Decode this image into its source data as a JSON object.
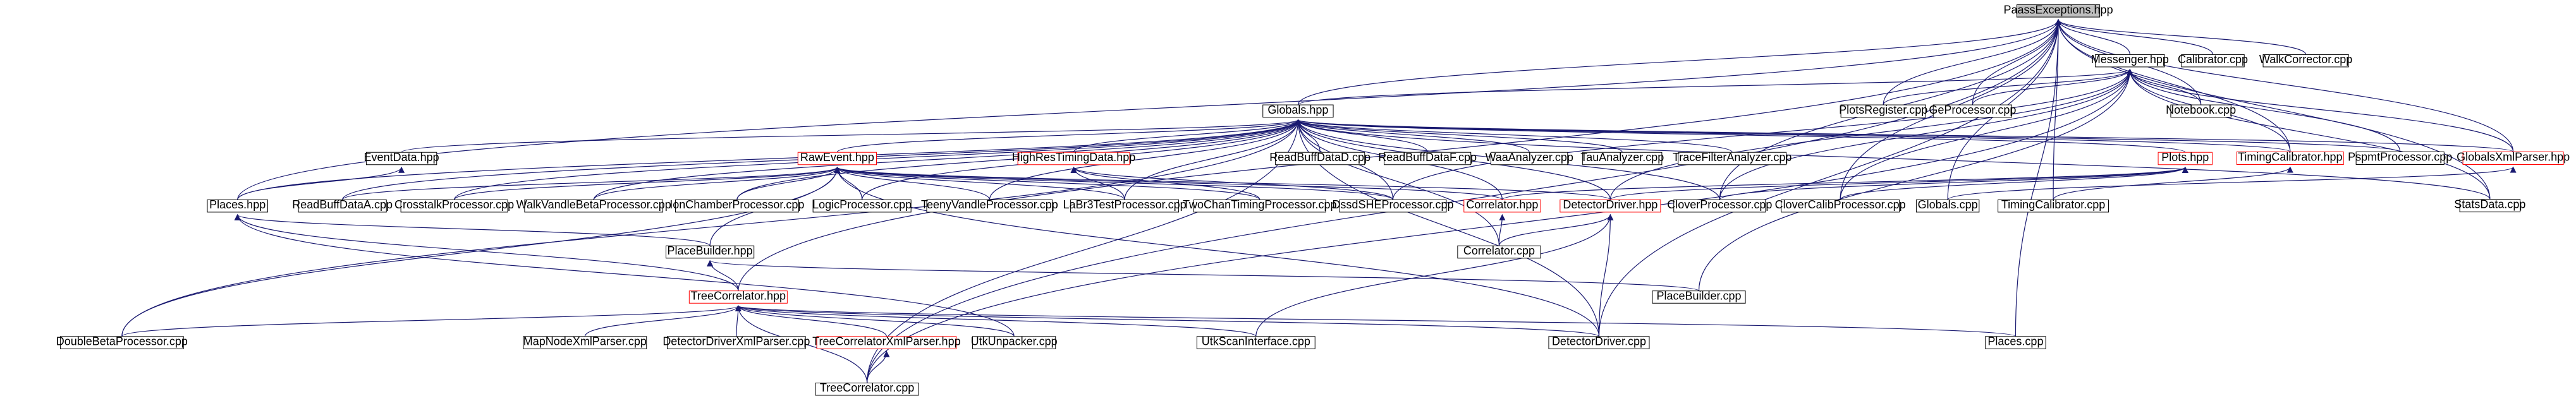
{
  "colors": {
    "edge": "#191970",
    "node_border": "#000000",
    "highlight_border": "#ff0000",
    "root_fill": "#bfbfbf",
    "node_fill": "#ffffff",
    "text": "#000000"
  },
  "nodes": {
    "PaassExceptions": {
      "label": "PaassExceptions.hpp",
      "style": "root"
    },
    "Messenger": {
      "label": "Messenger.hpp",
      "style": "normal"
    },
    "Calibrator": {
      "label": "Calibrator.cpp",
      "style": "normal"
    },
    "WalkCorrector": {
      "label": "WalkCorrector.cpp",
      "style": "normal"
    },
    "Notebook": {
      "label": "Notebook.cpp",
      "style": "normal"
    },
    "PlotsRegister": {
      "label": "PlotsRegister.cpp",
      "style": "normal"
    },
    "GeProcessor": {
      "label": "GeProcessor.cpp",
      "style": "normal"
    },
    "GlobalsHpp": {
      "label": "Globals.hpp",
      "style": "normal"
    },
    "EventData": {
      "label": "EventData.hpp",
      "style": "normal"
    },
    "RawEvent": {
      "label": "RawEvent.hpp",
      "style": "highlight"
    },
    "HighResTimingData": {
      "label": "HighResTimingData.hpp",
      "style": "highlight"
    },
    "ReadBuffDataD": {
      "label": "ReadBuffDataD.cpp",
      "style": "normal"
    },
    "ReadBuffDataF": {
      "label": "ReadBuffDataF.cpp",
      "style": "normal"
    },
    "WaaAnalyzer": {
      "label": "WaaAnalyzer.cpp",
      "style": "normal"
    },
    "TauAnalyzer": {
      "label": "TauAnalyzer.cpp",
      "style": "normal"
    },
    "TraceFilterAnalyzer": {
      "label": "TraceFilterAnalyzer.cpp",
      "style": "normal"
    },
    "PlotsHpp": {
      "label": "Plots.hpp",
      "style": "highlight"
    },
    "TimingCalibratorHpp": {
      "label": "TimingCalibrator.hpp",
      "style": "highlight"
    },
    "PspmtProcessor": {
      "label": "PspmtProcessor.cpp",
      "style": "normal"
    },
    "StatsData": {
      "label": "StatsData.cpp",
      "style": "normal"
    },
    "GlobalsXmlParser": {
      "label": "GlobalsXmlParser.hpp",
      "style": "highlight"
    },
    "PlacesHpp": {
      "label": "Places.hpp",
      "style": "normal"
    },
    "ReadBuffDataA": {
      "label": "ReadBuffDataA.cpp",
      "style": "normal"
    },
    "CrosstalkProcessor": {
      "label": "CrosstalkProcessor.cpp",
      "style": "normal"
    },
    "WalkVandleBetaProcessor": {
      "label": "WalkVandleBetaProcessor.cpp",
      "style": "normal"
    },
    "IonChamberProcessor": {
      "label": "IonChamberProcessor.cpp",
      "style": "normal"
    },
    "LogicProcessor": {
      "label": "LogicProcessor.cpp",
      "style": "normal"
    },
    "TeenyVandleProcessor": {
      "label": "TeenyVandleProcessor.cpp",
      "style": "normal"
    },
    "LaBr3TestProcessor": {
      "label": "LaBr3TestProcessor.cpp",
      "style": "normal"
    },
    "TwoChanTimingProcessor": {
      "label": "TwoChanTimingProcessor.cpp",
      "style": "normal"
    },
    "DssdSHEProcessor": {
      "label": "DssdSHEProcessor.cpp",
      "style": "normal"
    },
    "CorrelatorHpp": {
      "label": "Correlator.hpp",
      "style": "highlight"
    },
    "DetectorDriverHpp": {
      "label": "DetectorDriver.hpp",
      "style": "highlight"
    },
    "CloverProcessor": {
      "label": "CloverProcessor.cpp",
      "style": "normal"
    },
    "CloverCalibProcessor": {
      "label": "CloverCalibProcessor.cpp",
      "style": "normal"
    },
    "GlobalsCpp": {
      "label": "Globals.cpp",
      "style": "normal"
    },
    "TimingCalibratorCpp": {
      "label": "TimingCalibrator.cpp",
      "style": "normal"
    },
    "PlaceBuilderHpp": {
      "label": "PlaceBuilder.hpp",
      "style": "normal"
    },
    "CorrelatorCpp": {
      "label": "Correlator.cpp",
      "style": "normal"
    },
    "TreeCorrelatorHpp": {
      "label": "TreeCorrelator.hpp",
      "style": "highlight"
    },
    "PlaceBuilderCpp": {
      "label": "PlaceBuilder.cpp",
      "style": "normal"
    },
    "DoubleBetaProcessor": {
      "label": "DoubleBetaProcessor.cpp",
      "style": "normal"
    },
    "MapNodeXmlParser": {
      "label": "MapNodeXmlParser.cpp",
      "style": "normal"
    },
    "DetectorDriverXmlParserCpp": {
      "label": "DetectorDriverXmlParser.cpp",
      "style": "normal"
    },
    "TreeCorrelatorXmlParser": {
      "label": "TreeCorrelatorXmlParser.hpp",
      "style": "highlight"
    },
    "UtkUnpacker": {
      "label": "UtkUnpacker.cpp",
      "style": "normal"
    },
    "UtkScanInterface": {
      "label": "UtkScanInterface.cpp",
      "style": "normal"
    },
    "DetectorDriverCpp": {
      "label": "DetectorDriver.cpp",
      "style": "normal"
    },
    "PlacesCpp": {
      "label": "Places.cpp",
      "style": "normal"
    },
    "TreeCorrelatorCpp": {
      "label": "TreeCorrelator.cpp",
      "style": "normal"
    }
  },
  "edges": [
    [
      "PaassExceptions",
      "Messenger"
    ],
    [
      "PaassExceptions",
      "Calibrator"
    ],
    [
      "PaassExceptions",
      "WalkCorrector"
    ],
    [
      "PaassExceptions",
      "Notebook"
    ],
    [
      "PaassExceptions",
      "PlotsRegister"
    ],
    [
      "PaassExceptions",
      "GeProcessor"
    ],
    [
      "PaassExceptions",
      "GlobalsHpp"
    ],
    [
      "PaassExceptions",
      "TimingCalibratorHpp"
    ],
    [
      "PaassExceptions",
      "StatsData"
    ],
    [
      "PaassExceptions",
      "GlobalsXmlParser"
    ],
    [
      "PaassExceptions",
      "CloverProcessor"
    ],
    [
      "PaassExceptions",
      "GlobalsCpp"
    ],
    [
      "PaassExceptions",
      "TimingCalibratorCpp"
    ],
    [
      "PaassExceptions",
      "CloverCalibProcessor"
    ],
    [
      "PaassExceptions",
      "TreeCorrelatorHpp"
    ],
    [
      "PaassExceptions",
      "PlacesHpp"
    ],
    [
      "PaassExceptions",
      "DetectorDriverCpp"
    ],
    [
      "PaassExceptions",
      "PlacesCpp"
    ],
    [
      "PaassExceptions",
      "TreeCorrelatorCpp"
    ],
    [
      "Messenger",
      "GlobalsHpp"
    ],
    [
      "Messenger",
      "Notebook"
    ],
    [
      "Messenger",
      "PlotsRegister"
    ],
    [
      "Messenger",
      "GeProcessor"
    ],
    [
      "Messenger",
      "PspmtProcessor"
    ],
    [
      "Messenger",
      "TimingCalibratorHpp"
    ],
    [
      "Messenger",
      "StatsData"
    ],
    [
      "Messenger",
      "GlobalsXmlParser"
    ],
    [
      "Messenger",
      "CloverProcessor"
    ],
    [
      "Messenger",
      "CloverCalibProcessor"
    ],
    [
      "Messenger",
      "DetectorDriverHpp"
    ],
    [
      "Messenger",
      "DssdSHEProcessor"
    ],
    [
      "Messenger",
      "PlaceBuilderCpp"
    ],
    [
      "Messenger",
      "TreeCorrelatorCpp"
    ],
    [
      "GlobalsHpp",
      "EventData"
    ],
    [
      "GlobalsHpp",
      "RawEvent"
    ],
    [
      "GlobalsHpp",
      "HighResTimingData"
    ],
    [
      "GlobalsHpp",
      "ReadBuffDataD"
    ],
    [
      "GlobalsHpp",
      "ReadBuffDataF"
    ],
    [
      "GlobalsHpp",
      "WaaAnalyzer"
    ],
    [
      "GlobalsHpp",
      "TauAnalyzer"
    ],
    [
      "GlobalsHpp",
      "TraceFilterAnalyzer"
    ],
    [
      "GlobalsHpp",
      "PlotsHpp"
    ],
    [
      "GlobalsHpp",
      "TimingCalibratorHpp"
    ],
    [
      "GlobalsHpp",
      "PspmtProcessor"
    ],
    [
      "GlobalsHpp",
      "StatsData"
    ],
    [
      "GlobalsHpp",
      "GlobalsXmlParser"
    ],
    [
      "GlobalsHpp",
      "PlacesHpp"
    ],
    [
      "GlobalsHpp",
      "ReadBuffDataA"
    ],
    [
      "GlobalsHpp",
      "CrosstalkProcessor"
    ],
    [
      "GlobalsHpp",
      "WalkVandleBetaProcessor"
    ],
    [
      "GlobalsHpp",
      "IonChamberProcessor"
    ],
    [
      "GlobalsHpp",
      "LogicProcessor"
    ],
    [
      "GlobalsHpp",
      "TeenyVandleProcessor"
    ],
    [
      "GlobalsHpp",
      "LaBr3TestProcessor"
    ],
    [
      "GlobalsHpp",
      "DssdSHEProcessor"
    ],
    [
      "GlobalsHpp",
      "CorrelatorHpp"
    ],
    [
      "GlobalsHpp",
      "DetectorDriverHpp"
    ],
    [
      "GlobalsHpp",
      "CloverProcessor"
    ],
    [
      "GlobalsHpp",
      "CorrelatorCpp"
    ],
    [
      "GlobalsHpp",
      "DetectorDriverCpp"
    ],
    [
      "GlobalsHpp",
      "TreeCorrelatorCpp"
    ],
    [
      "GlobalsHpp",
      "DoubleBetaProcessor"
    ],
    [
      "EventData",
      "PlacesHpp"
    ],
    [
      "RawEvent",
      "ReadBuffDataA"
    ],
    [
      "RawEvent",
      "CrosstalkProcessor"
    ],
    [
      "RawEvent",
      "WalkVandleBetaProcessor"
    ],
    [
      "RawEvent",
      "IonChamberProcessor"
    ],
    [
      "RawEvent",
      "LogicProcessor"
    ],
    [
      "RawEvent",
      "TeenyVandleProcessor"
    ],
    [
      "RawEvent",
      "LaBr3TestProcessor"
    ],
    [
      "RawEvent",
      "TwoChanTimingProcessor"
    ],
    [
      "RawEvent",
      "DssdSHEProcessor"
    ],
    [
      "RawEvent",
      "CorrelatorHpp"
    ],
    [
      "RawEvent",
      "DetectorDriverHpp"
    ],
    [
      "RawEvent",
      "PlaceBuilderHpp"
    ],
    [
      "RawEvent",
      "DoubleBetaProcessor"
    ],
    [
      "RawEvent",
      "DetectorDriverCpp"
    ],
    [
      "HighResTimingData",
      "LaBr3TestProcessor"
    ],
    [
      "HighResTimingData",
      "TwoChanTimingProcessor"
    ],
    [
      "HighResTimingData",
      "DssdSHEProcessor"
    ],
    [
      "PlotsHpp",
      "CorrelatorHpp"
    ],
    [
      "PlotsHpp",
      "DetectorDriverHpp"
    ],
    [
      "PlotsHpp",
      "CloverProcessor"
    ],
    [
      "PlotsHpp",
      "CloverCalibProcessor"
    ],
    [
      "GlobalsXmlParser",
      "GlobalsCpp"
    ],
    [
      "TimingCalibratorHpp",
      "TimingCalibratorCpp"
    ],
    [
      "PlacesHpp",
      "PlaceBuilderHpp"
    ],
    [
      "PlacesHpp",
      "TreeCorrelatorHpp"
    ],
    [
      "PlacesHpp",
      "UtkUnpacker"
    ],
    [
      "CorrelatorHpp",
      "CorrelatorCpp"
    ],
    [
      "DetectorDriverHpp",
      "CorrelatorCpp"
    ],
    [
      "DetectorDriverHpp",
      "UtkScanInterface"
    ],
    [
      "DetectorDriverHpp",
      "DetectorDriverCpp"
    ],
    [
      "PlaceBuilderHpp",
      "TreeCorrelatorHpp"
    ],
    [
      "PlaceBuilderHpp",
      "PlaceBuilderCpp"
    ],
    [
      "TreeCorrelatorHpp",
      "DoubleBetaProcessor"
    ],
    [
      "TreeCorrelatorHpp",
      "MapNodeXmlParser"
    ],
    [
      "TreeCorrelatorHpp",
      "DetectorDriverXmlParserCpp"
    ],
    [
      "TreeCorrelatorHpp",
      "TreeCorrelatorXmlParser"
    ],
    [
      "TreeCorrelatorHpp",
      "UtkUnpacker"
    ],
    [
      "TreeCorrelatorHpp",
      "UtkScanInterface"
    ],
    [
      "TreeCorrelatorHpp",
      "DetectorDriverCpp"
    ],
    [
      "TreeCorrelatorHpp",
      "PlacesCpp"
    ],
    [
      "TreeCorrelatorHpp",
      "TreeCorrelatorCpp"
    ],
    [
      "TreeCorrelatorXmlParser",
      "TreeCorrelatorCpp"
    ]
  ]
}
